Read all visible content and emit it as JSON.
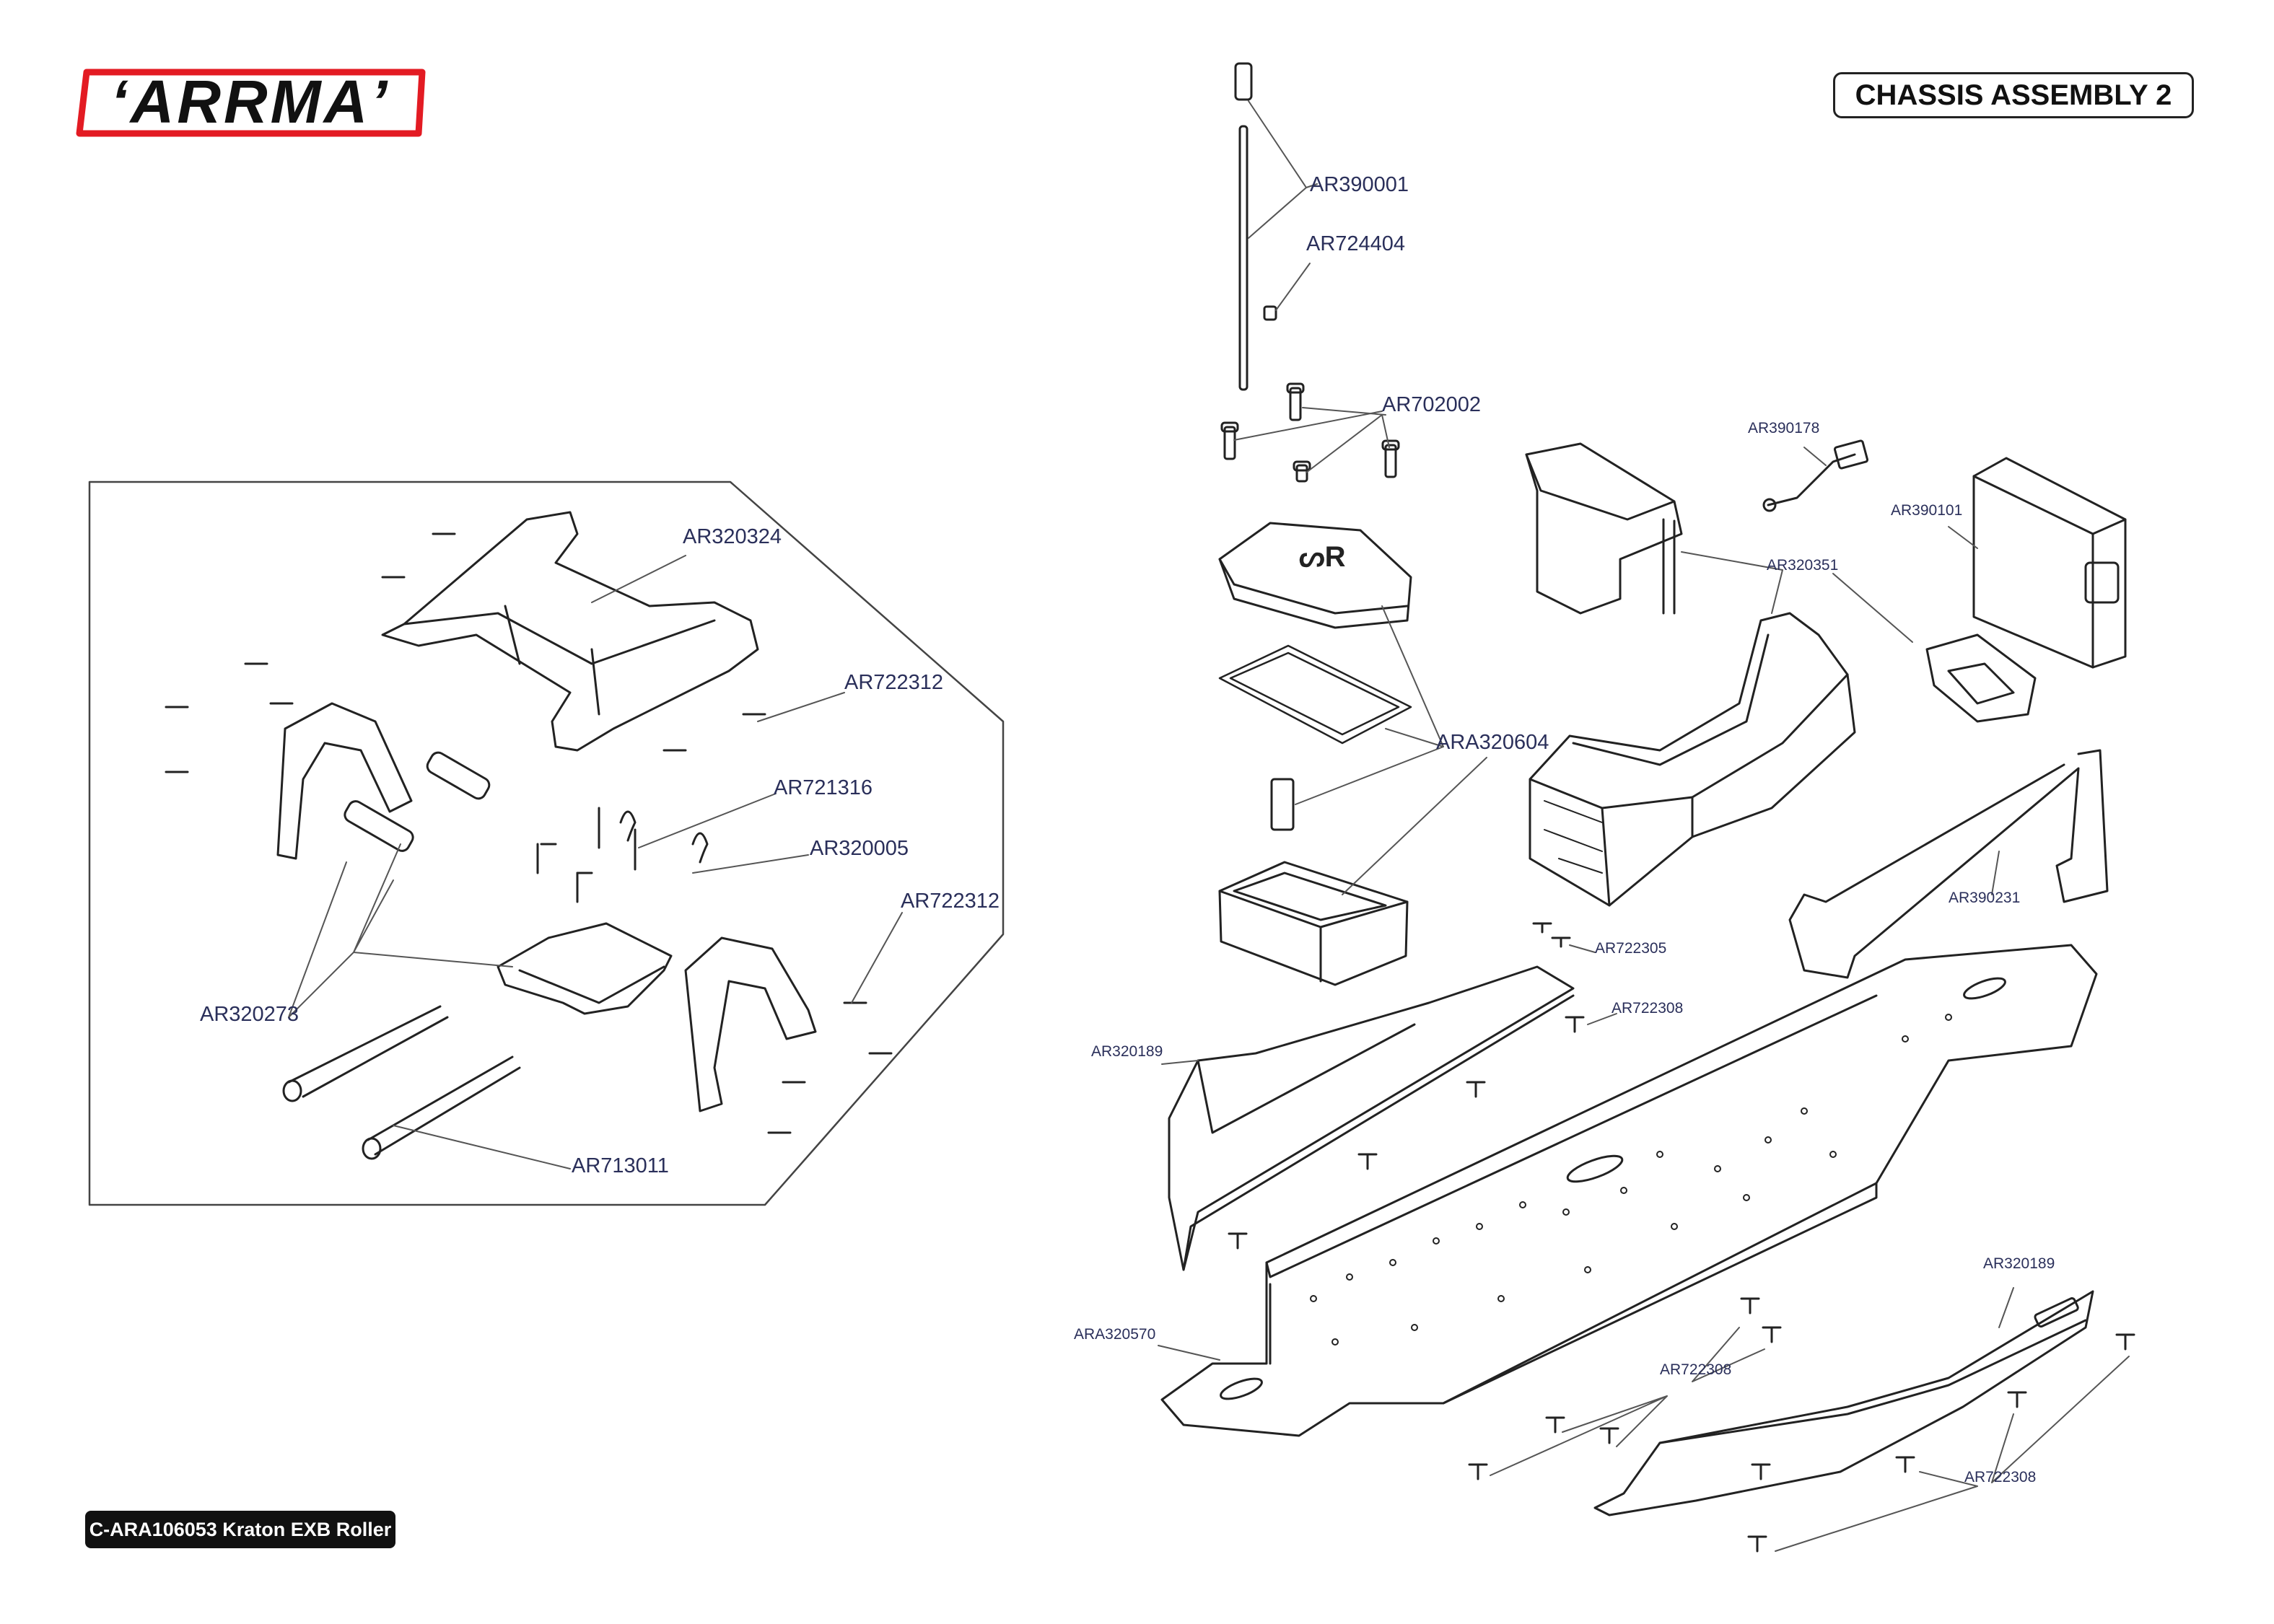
{
  "brand": {
    "logo_text": "ARRMA",
    "logo_color": "#e31b23"
  },
  "header": {
    "title": "CHASSIS ASSEMBLY 2"
  },
  "footer": {
    "label": "C-ARA106053 Kraton EXB Roller"
  },
  "callouts": {
    "ar390001": "AR390001",
    "ar724404": "AR724404",
    "ar702002": "AR702002",
    "ar390178": "AR390178",
    "ar390101": "AR390101",
    "ar320351": "AR320351",
    "ara320604": "ARA320604",
    "ar390231": "AR390231",
    "ar722305": "AR722305",
    "ar722308_a": "AR722308",
    "ar320189_a": "AR320189",
    "ara320570": "ARA320570",
    "ar320189_b": "AR320189",
    "ar722308_b": "AR722308",
    "ar722308_c": "AR722308",
    "ar320324": "AR320324",
    "ar722312_a": "AR722312",
    "ar721316": "AR721316",
    "ar320005": "AR320005",
    "ar722312_b": "AR722312",
    "ar320273": "AR320273",
    "ar713011": "AR713011"
  }
}
